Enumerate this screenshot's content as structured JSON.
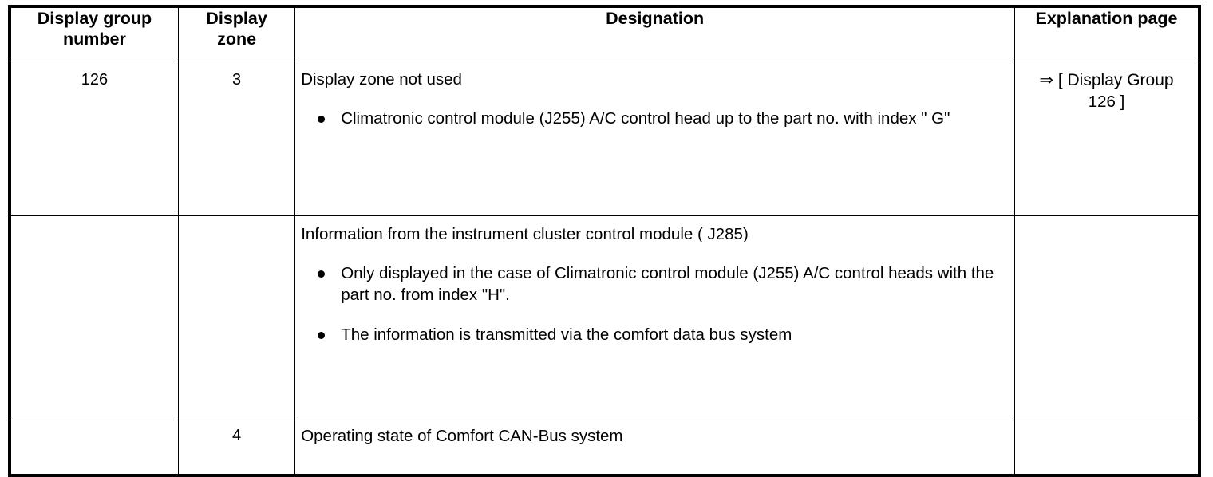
{
  "table": {
    "columns": [
      {
        "key": "group",
        "label": "Display group\nnumber"
      },
      {
        "key": "zone",
        "label": "Display\nzone"
      },
      {
        "key": "desig",
        "label": "Designation"
      },
      {
        "key": "expl",
        "label": "Explanation page"
      }
    ],
    "header": {
      "display_group_number_line1": "Display group",
      "display_group_number_line2": "number",
      "display_zone_line1": "Display",
      "display_zone_line2": "zone",
      "designation": "Designation",
      "explanation_page": "Explanation page"
    },
    "rows": [
      {
        "group": "126",
        "zone": "3",
        "designation_lead": "Display zone not used",
        "designation_bullets": [
          "Climatronic control module (J255) A/C control head up to the part no. with index \" G\""
        ],
        "explanation_line1": "⇒ [ Display Group",
        "explanation_line2": "126 ]"
      },
      {
        "group": "",
        "zone": "",
        "designation_lead": "Information from the instrument cluster control module ( J285)",
        "designation_bullets": [
          "Only displayed in the case of Climatronic control module (J255) A/C control heads with the part no. from index \"H\".",
          "The information is transmitted via the comfort data bus system"
        ],
        "explanation_line1": "",
        "explanation_line2": ""
      },
      {
        "group": "",
        "zone": "4",
        "designation_lead": "Operating state of Comfort CAN-Bus system",
        "designation_bullets": [],
        "explanation_line1": "",
        "explanation_line2": ""
      }
    ]
  },
  "colors": {
    "text": "#000000",
    "background": "#ffffff",
    "rule": "#000000"
  },
  "icons": {
    "bullet": "bullet-dot-icon",
    "arrow": "double-right-arrow-icon"
  }
}
